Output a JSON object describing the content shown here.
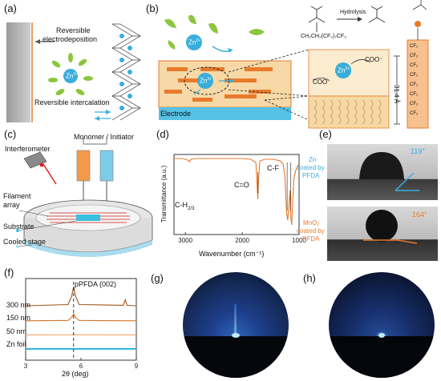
{
  "panels": {
    "a": {
      "label": "(a)",
      "top_text": "Reversible\nelectrodeposition",
      "top_line1": "Reversible",
      "top_line2": "electrodeposition",
      "bottom_text": "Reversible intercalation",
      "ion": "Zn",
      "ion_sup": "2+"
    },
    "b": {
      "label": "(b)",
      "ion_top": "Zn",
      "ion_mid": "Zn",
      "ion_right": "Zn",
      "ion_sup": "2+",
      "electrode_label": "Electrode",
      "hydrolysis_label": "Hydrolysis",
      "chain_formula": "CH₂CH₂(CF₂)₇CF₃",
      "coo_left": "COO⁻",
      "coo_right": "COO⁻",
      "spacing": "31.4 Å",
      "cf_groups": [
        "CF₂",
        "CF₂",
        "CF₂",
        "CF₂",
        "CF₂",
        "CF₂",
        "CF₂",
        "CF₃"
      ]
    },
    "c": {
      "label": "(c)",
      "interferometer": "Interferometer",
      "monomer": "Monomer / Initiator",
      "filament": "Filament",
      "filament2": "array",
      "substrate": "Substrate",
      "cooled": "Cooled stage"
    },
    "d": {
      "label": "(d)",
      "ylabel": "Transmittance (a.u.)",
      "xlabel": "Wavenumber (cm⁻¹)",
      "ann_ch": "C-H",
      "ann_ch_sub": "2/3",
      "ann_co": "C=O",
      "ann_cf": "C-F"
    },
    "e": {
      "label": "(e)",
      "zn_label1": "Zn",
      "zn_label2": "coated by",
      "zn_label3": "PFDA",
      "zn_angle": "119°",
      "mn_label1": "MnO₂",
      "mn_label2": "coated by",
      "mn_label3": "PFDA",
      "mn_angle": "164°"
    },
    "f": {
      "label": "(f)",
      "peak_label": "pPFDA (002)",
      "xlabel": "2θ (deg)",
      "traces": [
        "300 nm",
        "150 nm",
        "50 nm",
        "Zn foil"
      ]
    },
    "g": {
      "label": "(g)"
    },
    "h": {
      "label": "(h)"
    }
  },
  "colors": {
    "accent_orange": "#e87a2c",
    "zn_blue": "#3aaedb",
    "green": "#8cc63f",
    "electrode_blue": "#55c2e6",
    "layer_tan": "#f6d9a6"
  },
  "chart_data": [
    {
      "type": "line",
      "panel": "d",
      "title": "",
      "xlabel": "Wavenumber (cm⁻¹)",
      "ylabel": "Transmittance (a.u.)",
      "xlim": [
        3200,
        1000
      ],
      "x_ticks": [
        3000,
        2000,
        1000
      ],
      "x_tick_labels": [
        "3000",
        "2000",
        "1000"
      ],
      "series": [
        {
          "x": [
            3200,
            3050,
            2960,
            2930,
            2900,
            2800,
            2500,
            2200,
            2000,
            1850,
            1760,
            1740,
            1725,
            1710,
            1690,
            1600,
            1450,
            1330,
            1280,
            1250,
            1235,
            1220,
            1200,
            1180,
            1160,
            1145,
            1130,
            1110,
            1090,
            1060,
            1030,
            1000
          ],
          "values": [
            0.95,
            0.95,
            0.93,
            0.91,
            0.94,
            0.95,
            0.95,
            0.95,
            0.95,
            0.94,
            0.9,
            0.65,
            0.44,
            0.72,
            0.92,
            0.94,
            0.94,
            0.92,
            0.88,
            0.72,
            0.5,
            0.28,
            0.18,
            0.35,
            0.55,
            0.22,
            0.12,
            0.45,
            0.7,
            0.8,
            0.85,
            0.88
          ]
        }
      ],
      "annotations": [
        "C-H2/3",
        "C=O",
        "C-F"
      ]
    },
    {
      "type": "line",
      "panel": "f",
      "title": "",
      "xlabel": "2θ (deg)",
      "xlim": [
        3,
        9
      ],
      "x_ticks": [
        3,
        6,
        9
      ],
      "x_tick_labels": [
        "3",
        "6",
        "9"
      ],
      "peak_position": 5.6,
      "series": [
        {
          "name": "300 nm",
          "x": [
            3,
            5.3,
            5.5,
            5.6,
            5.7,
            5.9,
            8.3,
            8.4,
            8.5,
            9
          ],
          "values": [
            0.2,
            0.25,
            0.6,
            1.0,
            0.6,
            0.25,
            0.22,
            0.45,
            0.22,
            0.2
          ]
        },
        {
          "name": "150 nm",
          "x": [
            3,
            5.3,
            5.5,
            5.6,
            5.7,
            5.9,
            9
          ],
          "values": [
            0.1,
            0.12,
            0.3,
            0.5,
            0.3,
            0.12,
            0.1
          ]
        },
        {
          "name": "50 nm",
          "x": [
            3,
            5.5,
            5.6,
            5.7,
            9
          ],
          "values": [
            0.05,
            0.06,
            0.12,
            0.06,
            0.05
          ]
        },
        {
          "name": "Zn foil",
          "x": [
            3,
            9
          ],
          "values": [
            0.02,
            0.02
          ]
        }
      ]
    }
  ]
}
